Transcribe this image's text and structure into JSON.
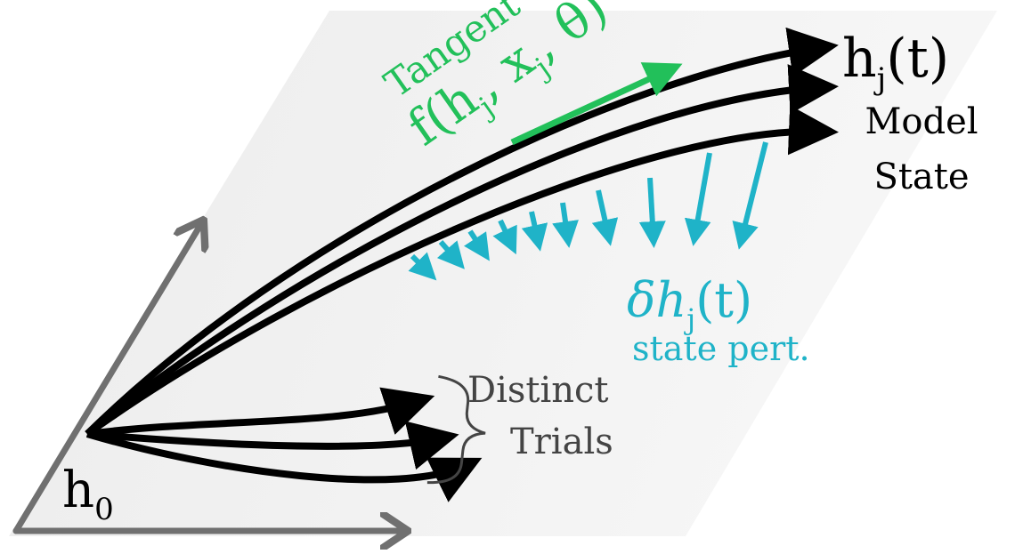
{
  "colors": {
    "plane": "#f2f2f2",
    "axis": "#707070",
    "trajectory": "#000000",
    "tangent": "#22c05a",
    "perturbation": "#1fb3c8",
    "label": "#000000",
    "trials_label": "#444444"
  },
  "labels": {
    "origin": "h",
    "origin_sub": "0",
    "state_h": "h",
    "state_sub": "j",
    "state_t": "(t)",
    "model": "Model",
    "state": "State",
    "tangent_word": "Tangent",
    "tangent_f": "f(h",
    "tangent_sub1": "j",
    "tangent_mid": ", x",
    "tangent_sub2": "j",
    "tangent_end": ", θ)",
    "pert_delta": "δh",
    "pert_sub": "j",
    "pert_t": "(t)",
    "pert_caption": "state pert.",
    "trials_1": "Distinct",
    "trials_2": "Trials"
  }
}
